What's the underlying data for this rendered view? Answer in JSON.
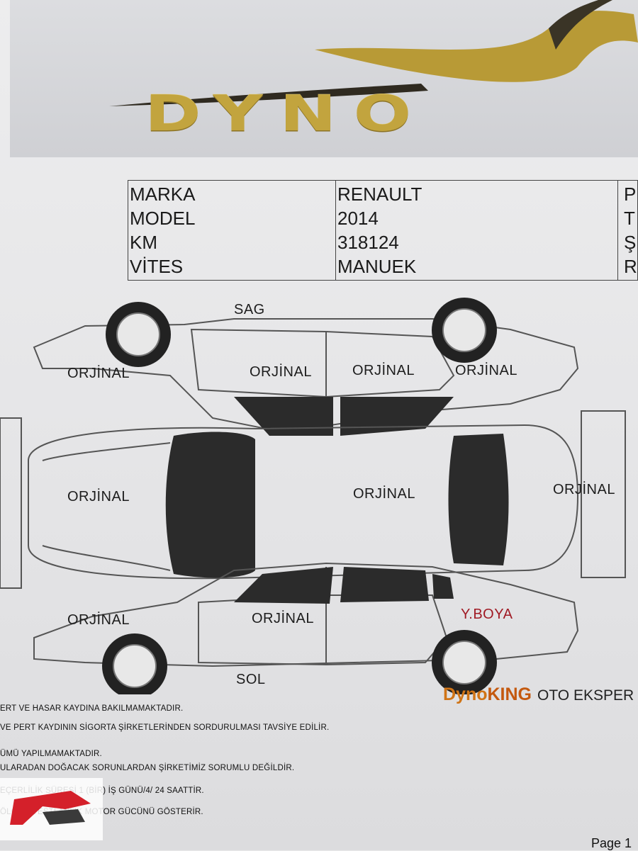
{
  "logo": {
    "text": "DYNO"
  },
  "vehicle_info": {
    "labels": [
      "MARKA",
      "MODEL",
      "KM",
      "VİTES"
    ],
    "values": [
      "RENAULT",
      "2014",
      "318124",
      "MANUEK"
    ],
    "cut_off_column": [
      "P",
      "T",
      "Ş",
      "R"
    ]
  },
  "diagram": {
    "side_right": "SAG",
    "side_left": "SOL",
    "parts": {
      "right_front": "ORJİNAL",
      "right_front_door": "ORJİNAL",
      "right_rear_door": "ORJİNAL",
      "right_rear": "ORJİNAL",
      "hood": "ORJİNAL",
      "roof": "ORJİNAL",
      "trunk": "ORJİNAL",
      "left_front": "ORJİNAL",
      "left_front_door": "ORJİNAL",
      "left_rear": "Y.BOYA"
    }
  },
  "brand": {
    "part1": "Dyno",
    "part2": "KING",
    "part3": "OTO EKSPER"
  },
  "notes": [
    "ERT VE HASAR KAYDINA BAKILMAMAKTADIR.",
    "VE PERT KAYDININ SİGORTA ŞİRKETLERİNDEN SORDURULMASI TAVSİYE EDİLİR.",
    "ÜMÜ YAPILMAMAKTADIR.",
    "ULARADAN DOĞACAK SORUNLARDAN ŞİRKETİMİZ SORUMLU DEĞİLDİR.",
    "EÇERLİLİK SÜRESİ 1 (BİR) İŞ GÜNÜ/4/ 24 SAATTİR.",
    "ÖLÇÜM TESTİ ANLIK MOTOR GÜCÜNÜ GÖSTERİR."
  ],
  "page": "Page 1",
  "colors": {
    "logo_gold": "#c2a43e",
    "brand_orange": "#d07416",
    "paint_red": "#a01a24"
  }
}
